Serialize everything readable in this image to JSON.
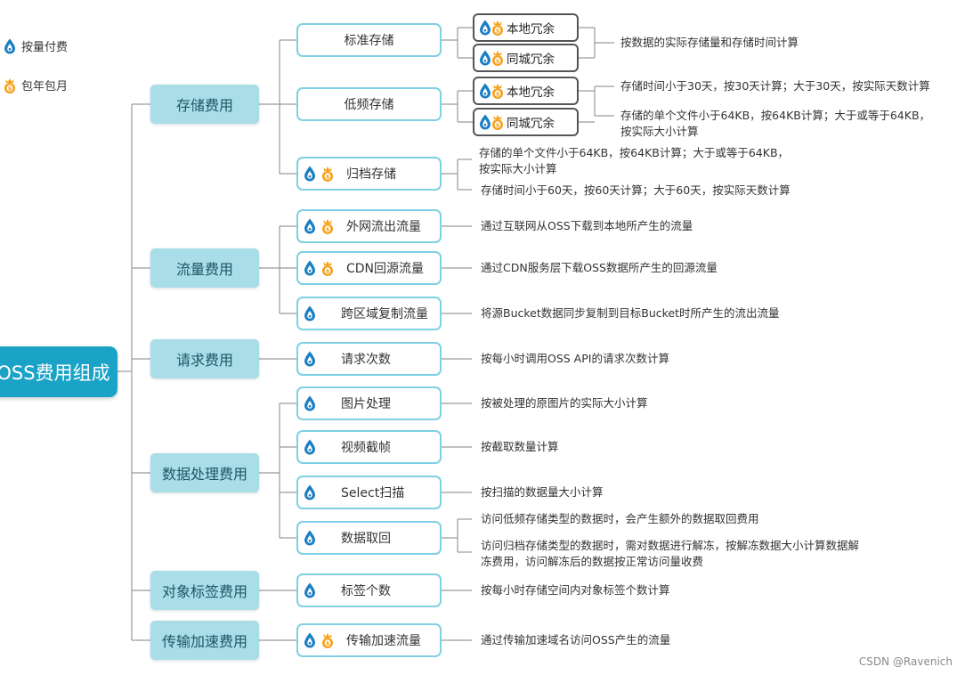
{
  "legend": {
    "pay_as_you_go": "按量付费",
    "subscription": "包年包月"
  },
  "root": "OSS费用组成",
  "categories": {
    "storage": "存储费用",
    "traffic": "流量费用",
    "requests": "请求费用",
    "data_processing": "数据处理费用",
    "object_tagging": "对象标签费用",
    "transfer_acceleration": "传输加速费用"
  },
  "items": {
    "standard_storage": "标准存储",
    "low_freq_storage": "低频存储",
    "archive_storage": "归档存储",
    "internet_outbound": "外网流出流量",
    "cdn_origin": "CDN回源流量",
    "cross_region_replication": "跨区域复制流量",
    "request_count": "请求次数",
    "image_processing": "图片处理",
    "video_snapshot": "视频截帧",
    "select_scan": "Select扫描",
    "data_retrieval": "数据取回",
    "tag_count": "标签个数",
    "acceleration_traffic": "传输加速流量"
  },
  "redundancy": {
    "local": "本地冗余",
    "zone": "同城冗余"
  },
  "descriptions": {
    "standard": "按数据的实际存储量和存储时间计算",
    "low_freq_1": "存储时间小于30天，按30天计算；大于30天，按实际天数计算",
    "low_freq_2a": "存储的单个文件小于64KB，按64KB计算；大于或等于64KB，",
    "low_freq_2b": "按实际大小计算",
    "archive_1a": "存储的单个文件小于64KB，按64KB计算；大于或等于64KB，",
    "archive_1b": "按实际大小计算",
    "archive_2": "存储时间小于60天，按60天计算；大于60天，按实际天数计算",
    "internet_outbound": "通过互联网从OSS下载到本地所产生的流量",
    "cdn_origin": "通过CDN服务层下载OSS数据所产生的回源流量",
    "cross_region": "将源Bucket数据同步复制到目标Bucket时所产生的流出流量",
    "request_count": "按每小时调用OSS API的请求次数计算",
    "image_processing": "按被处理的原图片的实际大小计算",
    "video_snapshot": "按截取数量计算",
    "select_scan": "按扫描的数据量大小计算",
    "retrieval_1": "访问低频存储类型的数据时，会产生额外的数据取回费用",
    "retrieval_2a": "访问归档存储类型的数据时，需对数据进行解冻，按解冻数据大小计算数据解",
    "retrieval_2b": "冻费用，访问解冻后的数据按正常访问量收费",
    "tag_count": "按每小时存储空间内对象标签个数计算",
    "acceleration": "通过传输加速域名访问OSS产生的流量"
  },
  "watermark": "CSDN @Ravenich",
  "colors": {
    "root_bg": "#1aa3c7",
    "category_bg": "#a9dde8",
    "item_border": "#7fd0e2",
    "pay_as_you_go_icon": "#1b7fc4",
    "subscription_icon": "#f4a11a"
  }
}
